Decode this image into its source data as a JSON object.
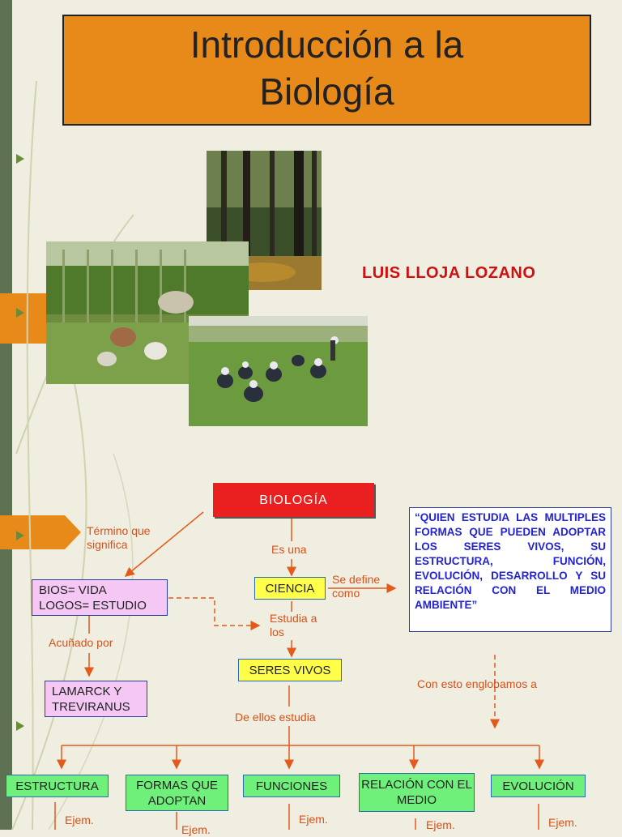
{
  "title": {
    "line1": "Introducción a la",
    "line2": "Biología"
  },
  "author": "LUIS LLOJA LOZANO",
  "photos": [
    {
      "name": "forest-photo",
      "description": "forest"
    },
    {
      "name": "farm-photo",
      "description": "farm with animals"
    },
    {
      "name": "students-photo",
      "description": "students on grass"
    }
  ],
  "map": {
    "root": "BIOLOGÍA",
    "termino_label": "Término que significa",
    "es_una": "Es una",
    "ciencia": "CIENCIA",
    "se_define": "Se define como",
    "quote": "“QUIEN ESTUDIA LAS MULTIPLES FORMAS QUE PUEDEN ADOPTAR LOS SERES VIVOS, SU ESTRUCTURA, FUNCIÓN, EVOLUCIÓN, DESARROLLO Y SU RELACIÓN CON EL MEDIO AMBIENTE”",
    "bios_line1": "BIOS= VIDA",
    "bios_line2": "LOGOS= ESTUDIO",
    "acunado": "Acuñado por",
    "lamarck": "LAMARCK Y TREVIRANUS",
    "estudia": "Estudia a los",
    "seres_vivos": "SERES VIVOS",
    "englobamos": "Con esto englobamos a",
    "de_ellos": "De ellos estudia",
    "leaves": [
      "ESTRUCTURA",
      "FORMAS QUE ADOPTAN",
      "FUNCIONES",
      "RELACIÓN CON EL MEDIO",
      "EVOLUCIÓN"
    ],
    "ejem": "Ejem."
  }
}
